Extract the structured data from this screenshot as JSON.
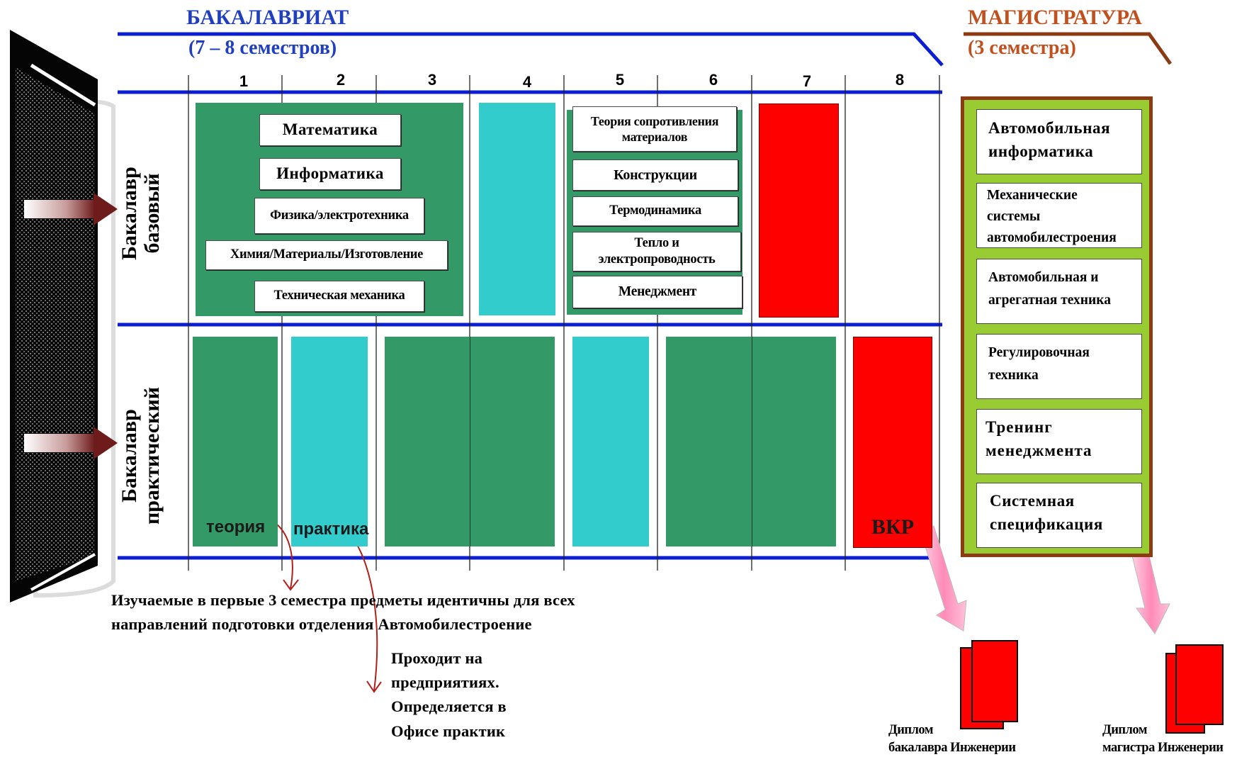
{
  "header": {
    "bachelor_title": "БАКАЛАВРИАТ",
    "bachelor_duration": "(7 – 8 семестров)",
    "master_title": "МАГИСТРАТУРА",
    "master_duration": "(3 семестра)"
  },
  "semesters": [
    "1",
    "2",
    "3",
    "4",
    "5",
    "6",
    "7",
    "8"
  ],
  "rows": {
    "basic": "Бакалавр\nбазовый",
    "practical": "Бакалавр\nпрактический"
  },
  "basic_subjects_1_3": [
    "Математика",
    "Информатика",
    "Физика/электротехника",
    "Химия/Материалы/Изготовление",
    "Техническая механика"
  ],
  "basic_subjects_5_6": [
    "Теория сопротивления материалов",
    "Конструкции",
    "Термодинамика",
    "Тепло и электропроводность",
    "Менеджмент"
  ],
  "practical_tags": {
    "theory": "теория",
    "practice": "практика",
    "thesis": "ВКР"
  },
  "master_modules": [
    "Автомобильная информатика",
    "Механические системы автомобилестроения",
    "Автомобильная и агрегатная техника",
    "Регулировочная техника",
    "Тренинг менеджмента",
    "Системная спецификация"
  ],
  "notes": {
    "identical": "Изучаемые в первые 3 семестра предметы идентичны для всех направлений подготовки отделения Автомобилестроение",
    "practice": "Проходит на предприятиях. Определяется в Офисе практик"
  },
  "diplomas": {
    "bachelor": "Диплом\nбакалавра Инженерии",
    "master": "Диплом\nмагистра Инженерии"
  },
  "colors": {
    "green": "#339966",
    "cyan": "#33cccc",
    "red": "#ff0000",
    "blue_line": "#0b1fd0",
    "master_frame": "#8b3a12",
    "master_fill": "#99cc33"
  }
}
